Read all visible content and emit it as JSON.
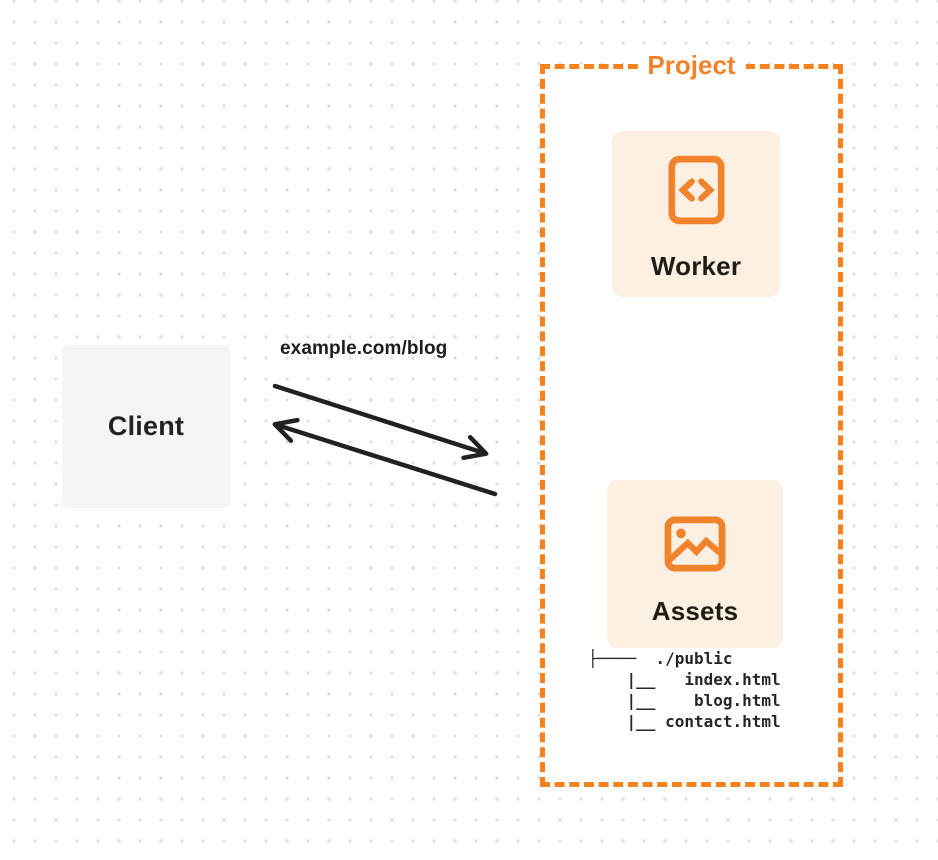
{
  "colors": {
    "accent_orange": "#f6821f",
    "card_fill": "#fbf0e2",
    "client_fill": "#f5f5f6",
    "arrow_ink": "#212121",
    "text_ink": "#1d1d1f",
    "dot_grid": "#e1dfde"
  },
  "client": {
    "label": "Client"
  },
  "request": {
    "url_label": "example.com/blog"
  },
  "project": {
    "title": "Project",
    "worker": {
      "label": "Worker",
      "icon": "code-brackets-document-icon"
    },
    "assets": {
      "label": "Assets",
      "icon": "image-picture-icon",
      "file_tree": [
        "├────  ./public",
        "    |__   index.html",
        "    |__    blog.html",
        "    |__ contact.html"
      ]
    }
  }
}
